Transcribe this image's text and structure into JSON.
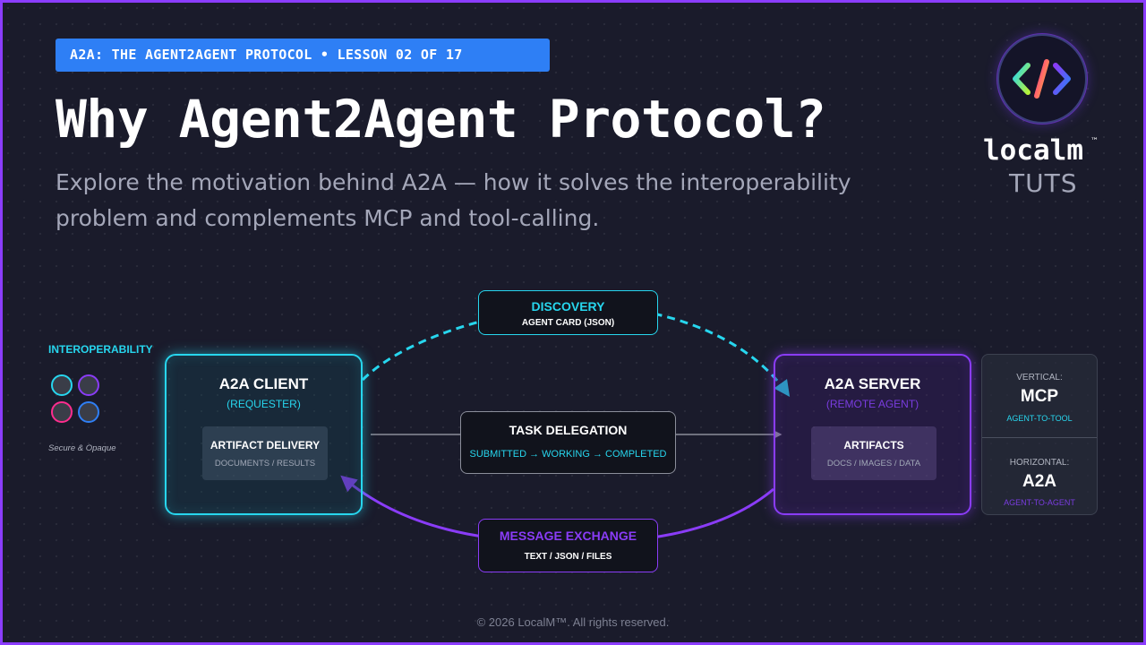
{
  "header": {
    "badge": "A2A: THE AGENT2AGENT PROTOCOL • LESSON 02 OF 17",
    "title": "Why Agent2Agent Protocol?",
    "subtitle": "Explore the motivation behind A2A — how it solves the interoperability problem and complements MCP and tool-calling."
  },
  "logo": {
    "icon": "code-brackets-icon",
    "name": "localm",
    "tm": "™",
    "sub": "TUTS"
  },
  "diagram": {
    "interop": {
      "label": "INTEROPERABILITY",
      "caption": "Secure & Opaque",
      "dot_colors": [
        "#27d6ee",
        "#8a3cf7",
        "#ff2d8e",
        "#2f7ff5"
      ]
    },
    "client": {
      "title": "A2A CLIENT",
      "role": "(REQUESTER)",
      "inner_title": "ARTIFACT DELIVERY",
      "inner_sub": "DOCUMENTS / RESULTS"
    },
    "server": {
      "title": "A2A SERVER",
      "role": "(REMOTE AGENT)",
      "inner_title": "ARTIFACTS",
      "inner_sub": "DOCS / IMAGES / DATA"
    },
    "discovery": {
      "title": "DISCOVERY",
      "sub": "AGENT CARD (JSON)"
    },
    "task": {
      "title": "TASK DELEGATION",
      "sub": "SUBMITTED → WORKING → COMPLETED"
    },
    "message": {
      "title": "MESSAGE EXCHANGE",
      "sub": "TEXT / JSON / FILES"
    },
    "side": {
      "vertical_label": "VERTICAL:",
      "vertical_value": "MCP",
      "vertical_desc": "AGENT-TO-TOOL",
      "horizontal_label": "HORIZONTAL:",
      "horizontal_value": "A2A",
      "horizontal_desc": "AGENT-TO-AGENT"
    },
    "colors": {
      "cyan": "#27d6ee",
      "purple": "#8a3cf7",
      "gray": "#8b8e9a"
    }
  },
  "footer": "© 2026 LocalM™. All rights reserved."
}
